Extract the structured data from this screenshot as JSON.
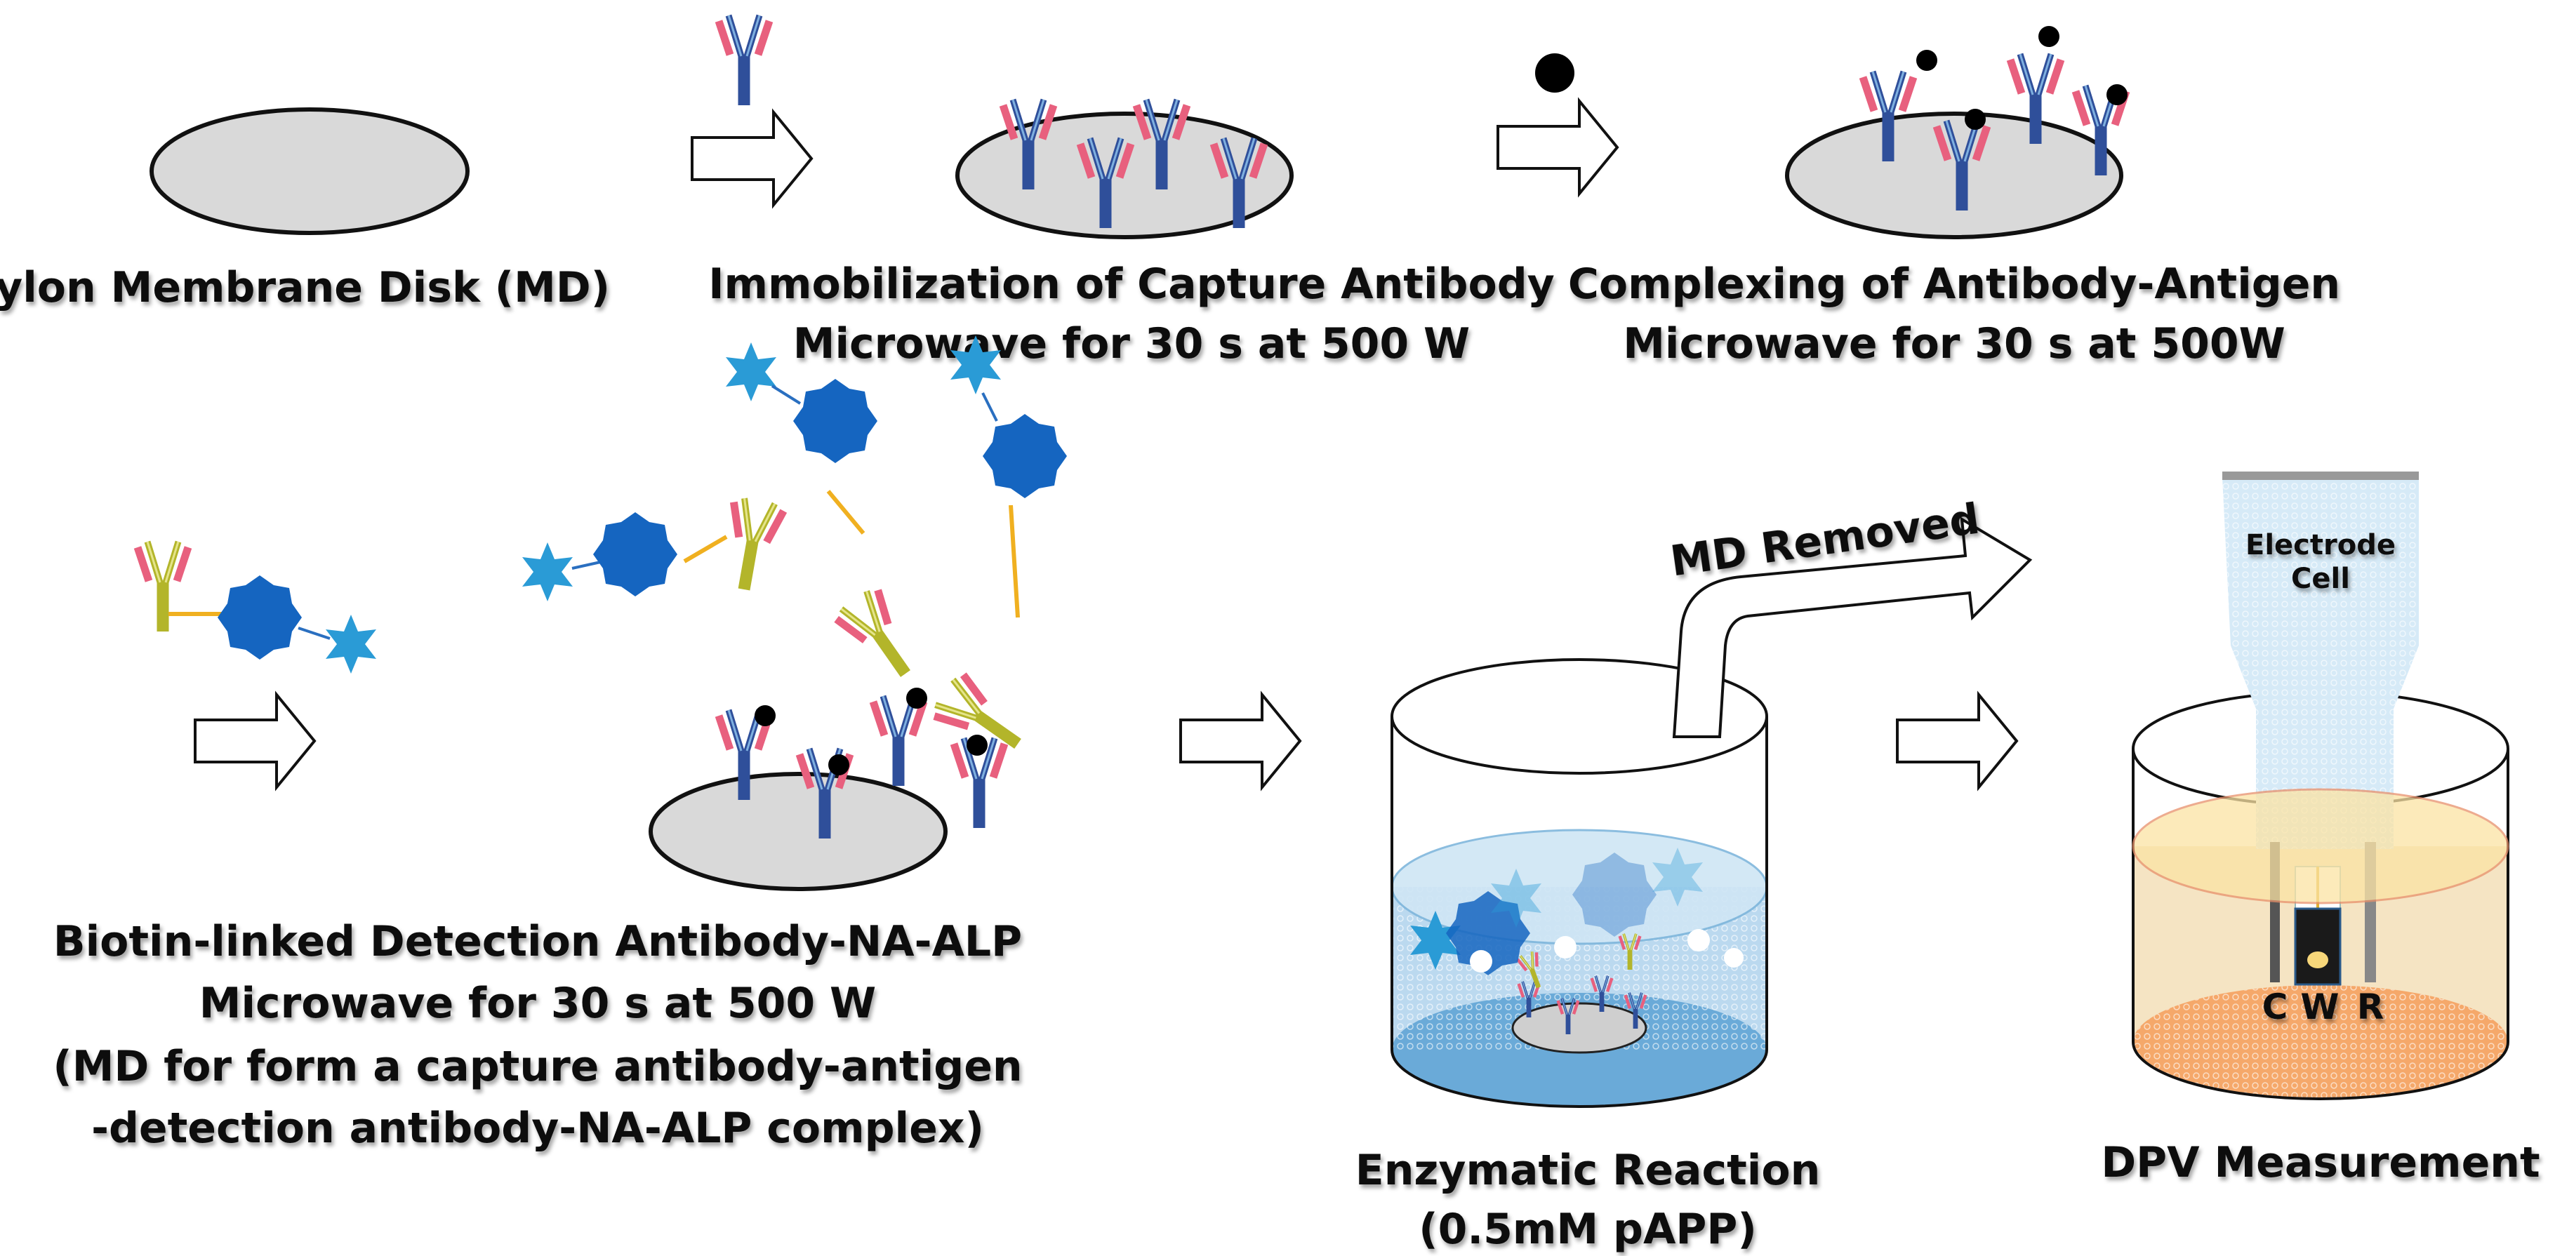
{
  "step1": {
    "title": "Nylon Membrane Disk (MD)"
  },
  "step2": {
    "title": "Immobilization of Capture Antibody",
    "condition": "Microwave for 30 s at 500 W"
  },
  "step3": {
    "title": "Complexing of Antibody-Antigen",
    "condition": "Microwave for 30 s at 500W"
  },
  "step4": {
    "title": "Biotin-linked Detection Antibody-NA-ALP",
    "condition": "Microwave for 30 s at 500 W",
    "note_line1": "(MD for form a capture antibody-antigen",
    "note_line2": "-detection antibody-NA-ALP complex)"
  },
  "step5": {
    "title": "Enzymatic Reaction",
    "condition": "(0.5mM pAPP)",
    "arrow_label": "MD Removed"
  },
  "step6": {
    "title": "DPV Measurement",
    "electrode_line1": "Electrode",
    "electrode_line2": "Cell",
    "electrode_c": "C",
    "electrode_w": "W",
    "electrode_r": "R"
  },
  "colors": {
    "disk": "#d9d9d9",
    "antibody": "#2f4f9a",
    "detection_antibody": "#b3b52a",
    "fragment": "#e8607e",
    "neutravidin": "#1565c0",
    "alp_star": "#2a9bd6",
    "antigen": "#000000",
    "substrate": "#f5a86a"
  }
}
